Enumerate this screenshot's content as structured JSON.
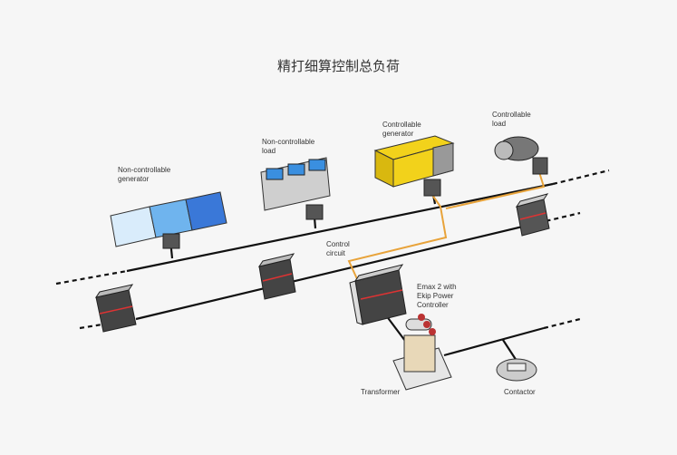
{
  "title": "精打细算控制总负荷",
  "labels": {
    "non_controllable_generator": [
      "Non-controllable",
      "generator"
    ],
    "non_controllable_load": [
      "Non-controllable",
      "load"
    ],
    "controllable_generator": [
      "Controllable",
      "generator"
    ],
    "controllable_load": [
      "Controllable",
      "load"
    ],
    "control_circuit": [
      "Control",
      "circuit"
    ],
    "emax": [
      "Emax 2 with",
      "Ekip Power",
      "Controller"
    ],
    "transformer": "Transformer",
    "contactor": "Contactor"
  },
  "colors": {
    "control_line": "#e8a33a",
    "generator": "#f2d21b",
    "panel": "#3a78d8"
  }
}
